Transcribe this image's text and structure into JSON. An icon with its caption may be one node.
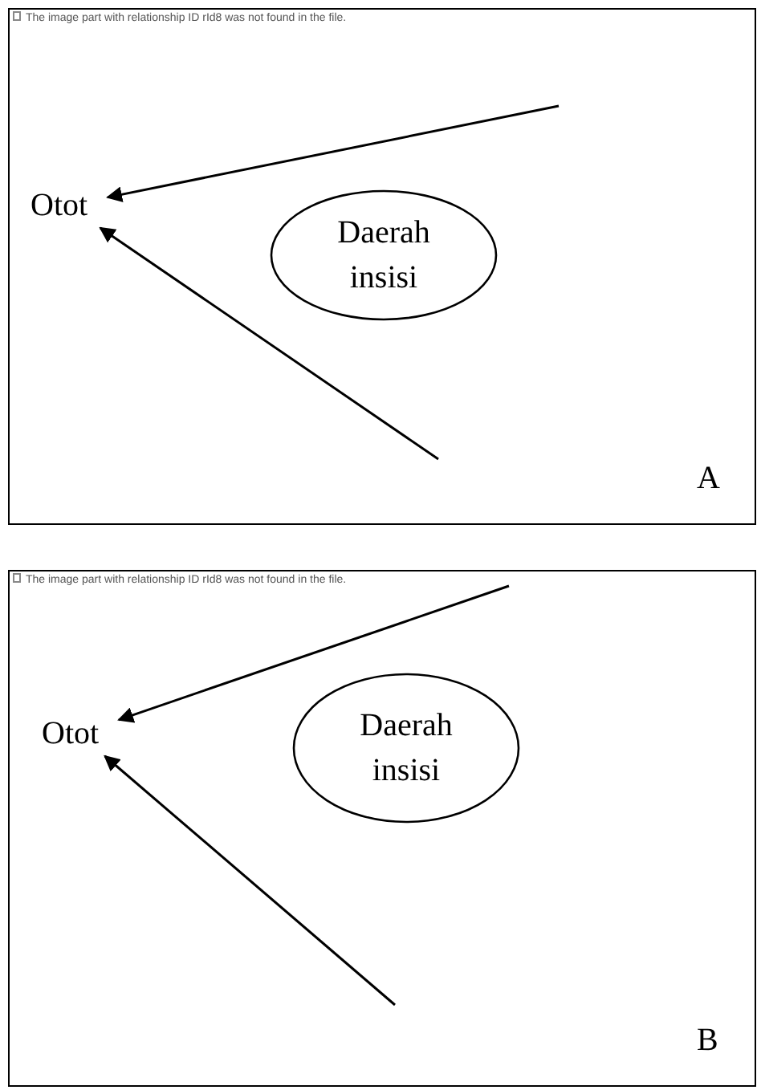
{
  "diagram": {
    "nodes": [
      {
        "text": [
          "A"
        ]
      },
      {
        "text": [
          "Otot"
        ],
        "in": 0
      },
      {
        "text": [
          "Daerah insisi"
        ],
        "in": 0
      },
      {
        "text": [
          "B"
        ]
      },
      {
        "text": [
          "Otot"
        ],
        "in": 3
      },
      {
        "text": [
          "Daerah insisi"
        ],
        "in": 3
      }
    ],
    "edges": [
      {
        "from": null,
        "to": 1,
        "arrow": "to"
      },
      {
        "from": null,
        "to": 1,
        "arrow": "to"
      },
      {
        "from": null,
        "to": 4,
        "arrow": "to"
      },
      {
        "from": null,
        "to": 4,
        "arrow": "to"
      }
    ],
    "labels": [
      "The image part with relationship ID rId8 was not found in the file.",
      "The image part with relationship ID rId8 was not found in the file."
    ]
  }
}
